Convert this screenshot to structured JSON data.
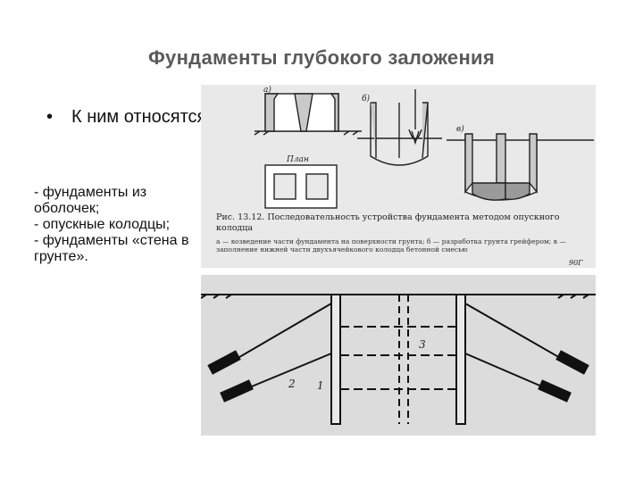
{
  "slide": {
    "title": "Фундаменты глубокого заложения",
    "bullet_marker": "•",
    "bullet_text": "К ним относятся:",
    "items": [
      "- фундаменты из оболочек;",
      "- опускные колодцы;",
      "- фундаменты «стена в грунте»."
    ]
  },
  "figure_top": {
    "part_labels": [
      "а)",
      "б)",
      "в)"
    ],
    "plan_label": "План",
    "caption": "Рис. 13.12. Последовательность устройства фундамента методом опускного колодца",
    "caption_details": "а — возведение части фундамента на поверхности грунта; б — разработка грунта грейфером; в — заполнение нижней части двухъячейкового колодца бетонной смесью",
    "corner_mark": "90Г"
  },
  "figure_bottom": {
    "labels": [
      "1",
      "2",
      "3"
    ]
  }
}
